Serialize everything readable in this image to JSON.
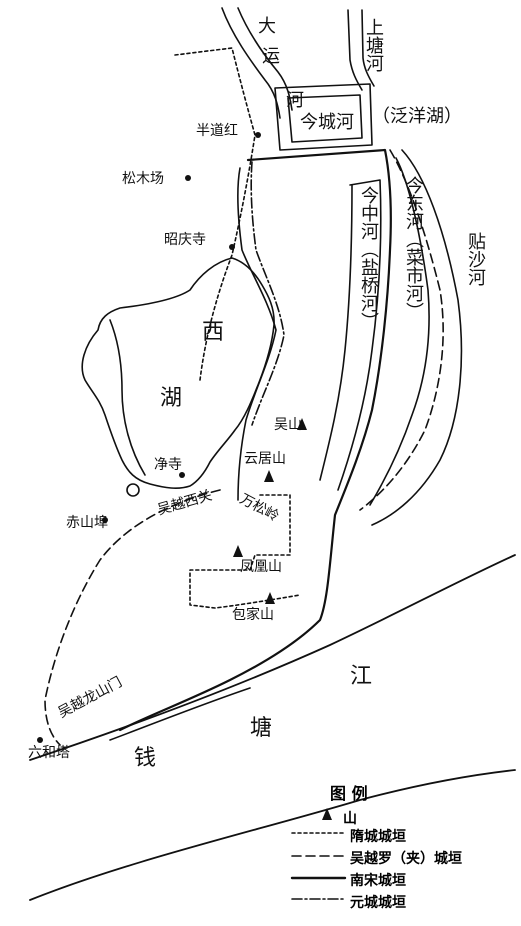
{
  "labels": {
    "da_yun_he": [
      "大",
      "运",
      "河"
    ],
    "shang_tang_he": "上塘河",
    "jin_cheng_he": "今城河",
    "fan_yang_hu": "（泛洋湖）",
    "ban_dao_hong": "半道红",
    "song_mu_chang": "松木场",
    "zhao_qing_si": "昭庆寺",
    "xi_hu": [
      "西",
      "湖"
    ],
    "jin_zhong_he": "今中河（盐桥河）",
    "jin_dong_he": "今东河（菜市河）",
    "tie_sha_he": "贴沙河",
    "wu_shan": "吴山",
    "yun_ju_shan": "云居山",
    "jing_si": "净寺",
    "wan_song_ling": "万松岭",
    "chi_shan_bu": "赤山埠",
    "wu_yue_xi_guan": "吴越西关",
    "feng_huang_shan": "凤凰山",
    "bao_jia_shan": "包家山",
    "wu_yue_long_shan_men": "吴越龙山门",
    "liu_he_ta": "六和塔",
    "qian_tang_jiang": [
      "钱",
      "塘",
      "江"
    ]
  },
  "legend": {
    "title": "图 例",
    "items": [
      {
        "key": "mountain",
        "label": "山"
      },
      {
        "key": "sui",
        "label": "隋城城垣"
      },
      {
        "key": "wuyue",
        "label": "吴越罗（夹）城垣"
      },
      {
        "key": "nansong",
        "label": "南宋城垣"
      },
      {
        "key": "yuan",
        "label": "元城城垣"
      }
    ]
  }
}
